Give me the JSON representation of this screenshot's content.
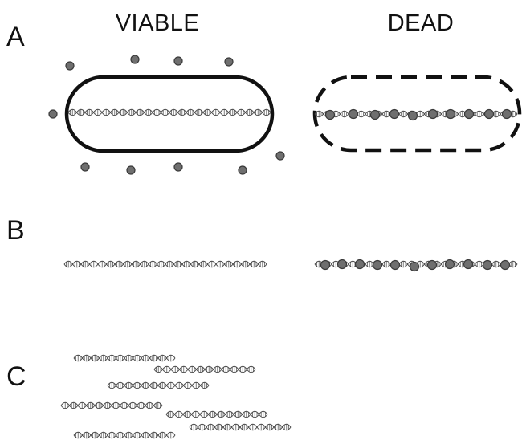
{
  "panels": {
    "a_label": "A",
    "b_label": "B",
    "c_label": "C"
  },
  "columns": {
    "viable": "VIABLE",
    "dead": "DEAD"
  },
  "colors": {
    "outline": "#111111",
    "dye_fill": "#6f6f6f",
    "dye_stroke": "#3a3a3a",
    "dna": "#4a4a4a"
  },
  "icons": {
    "viable_cell": "intact-membrane-cell-icon",
    "dead_cell": "compromised-membrane-cell-icon",
    "dna": "dna-double-helix-icon",
    "dye": "dye-molecule-dot-icon"
  }
}
